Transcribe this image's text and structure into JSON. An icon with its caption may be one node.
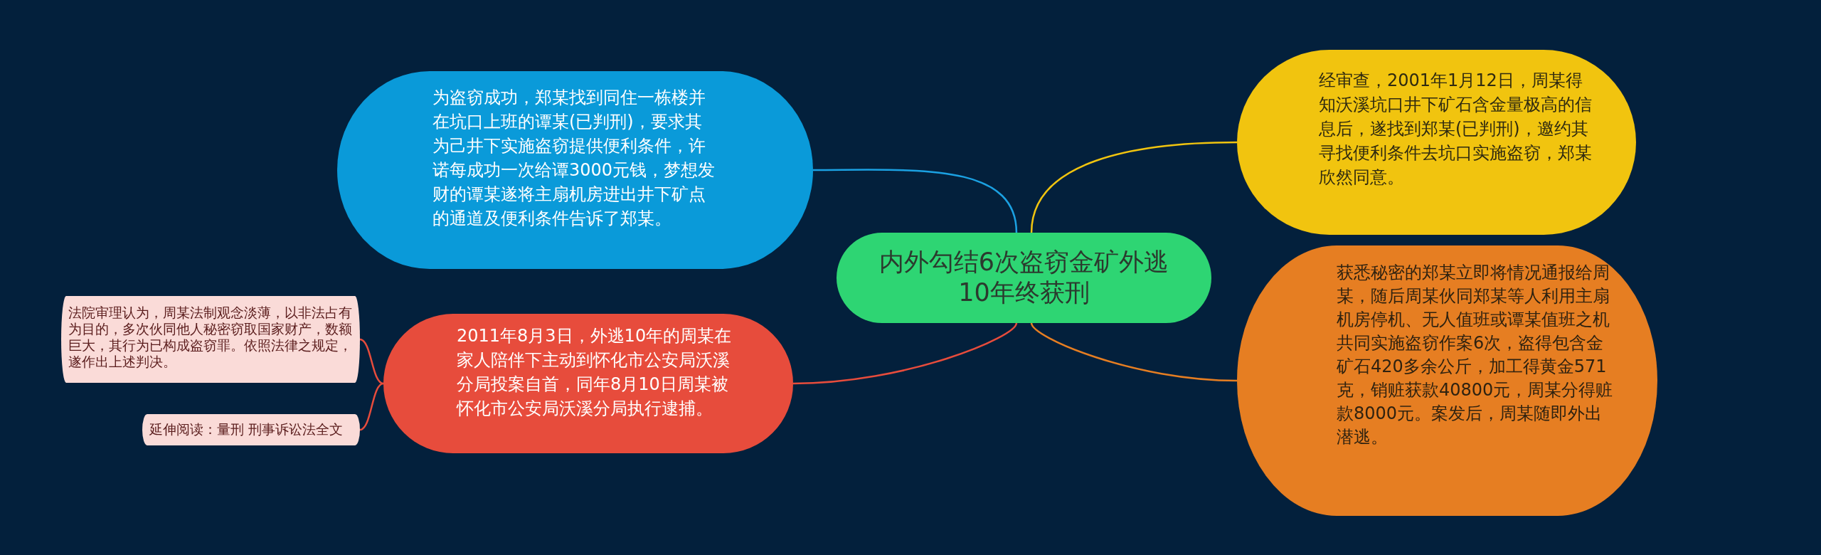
{
  "diagram": {
    "nodes": [
      {
        "text": [
          "内外勾结6次盗窃金矿外逃10年终获刑"
        ]
      },
      {
        "text": [
          "为盗窃成功，郑某找到同住一栋楼并在坑口上班的谭某(已判刑)，要求其为己井下实施盗窃提供便利条件，许诺每成功一次给谭3000元钱，梦想发财的谭某遂将主扇机房进出井下矿点的通道及便利条件告诉了郑某。"
        ]
      },
      {
        "text": [
          "经审查，2001年1月12日，周某得知沃溪坑口井下矿石含金量极高的信息后，遂找到郑某(已判刑)，邀约其寻找便利条件去坑口实施盗窃，郑某欣然同意。"
        ]
      },
      {
        "text": [
          "2011年8月3日，外逃10年的周某在家人陪伴下主动到怀化市公安局沃溪分局投案自首，同年8月10日周某被怀化市公安局沃溪分局执行逮捕。"
        ]
      },
      {
        "text": [
          "获悉秘密的郑某立即将情况通报给周某，随后周某伙同郑某等人利用主扇机房停机、无人值班或谭某值班之机共同实施盗窃作案6次，盗得包含金矿石420多余公斤，加工得黄金571克，销赃获款40800元，周某分得赃款8000元。案发后，周某随即外出潜逃。"
        ]
      },
      {
        "text": [
          "法院审理认为，周某法制观念淡薄，以非法占有为目的，多次伙同他人秘密窃取国家财产，数额巨大，其行为已构成盗窃罪。依照法律之规定，遂作出上述判决。"
        ]
      },
      {
        "text": [
          "延伸阅读：量刑 刑事诉讼法全文"
        ]
      }
    ],
    "edges": [
      {
        "from": 0,
        "to": 1,
        "arrow": "none",
        "color": "#1ba1e2"
      },
      {
        "from": 0,
        "to": 2,
        "arrow": "none",
        "color": "#f1c40f"
      },
      {
        "from": 0,
        "to": 3,
        "arrow": "none",
        "color": "#e74c3c"
      },
      {
        "from": 0,
        "to": 4,
        "arrow": "none",
        "color": "#e67e22"
      },
      {
        "from": 3,
        "to": 5,
        "arrow": "none",
        "color": "#e74c3c"
      },
      {
        "from": 3,
        "to": 6,
        "arrow": "none",
        "color": "#e74c3c"
      }
    ]
  }
}
